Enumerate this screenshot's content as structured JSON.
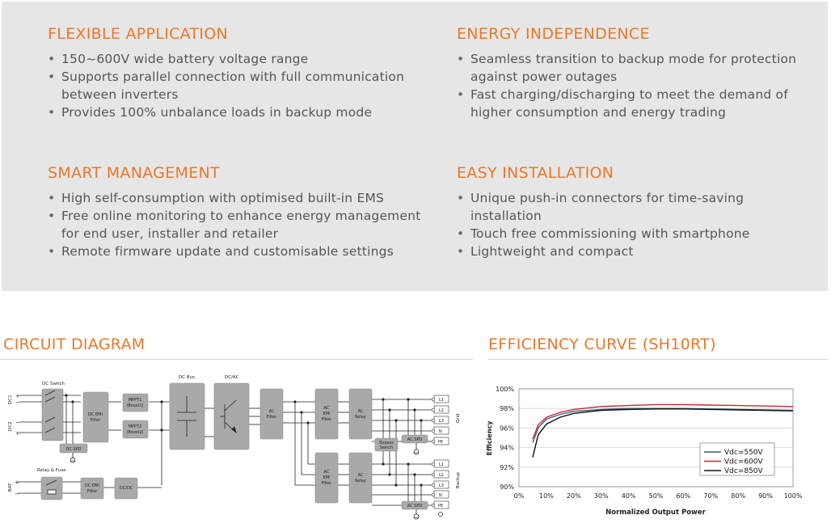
{
  "features": [
    {
      "title": "FLEXIBLE APPLICATION",
      "bullets": [
        "150~600V wide battery voltage range",
        "Supports parallel connection with full communication between inverters",
        "Provides 100% unbalance loads in backup mode"
      ]
    },
    {
      "title": "ENERGY INDEPENDENCE",
      "bullets": [
        "Seamless transition to backup mode for protection against power outages",
        "Fast charging/discharging to meet the demand of higher consumption and energy trading"
      ]
    },
    {
      "title": "SMART MANAGEMENT",
      "bullets": [
        "High self-consumption with optimised built-in EMS",
        "Free online monitoring to enhance energy management for end user, installer and retailer",
        "Remote firmware update and customisable settings"
      ]
    },
    {
      "title": "EASY INSTALLATION",
      "bullets": [
        "Unique push-in connectors for time-saving installation",
        "Touch free commissioning with smartphone",
        "Lightweight and compact"
      ]
    }
  ],
  "circuit": {
    "title": "CIRCUIT DIAGRAM",
    "labels": {
      "dc_switch": "DC Switch",
      "dc_bus": "DC Bus",
      "dc_ac": "DC/AC",
      "dc_emi_filter": "DC EMI Filter",
      "mpptt1": "MPPT1 (Boost1)",
      "mppt2": "MPPT2 (Boost2)",
      "dc_spd": "DC SPD",
      "ac_filter": "AC Filter",
      "ac_emi_filter": "AC EMI Filter",
      "ac_relay": "AC Relay",
      "bypass_switch": "Bypass Switch",
      "ac_spd": "AC SPD",
      "relay_fuse": "Relay & Fuse",
      "dc_dc": "DC/DC",
      "pv1": "DC1",
      "pv2": "DC2",
      "bat": "BAT",
      "grid": "Grid",
      "backup": "Backup",
      "l1": "L1",
      "l2": "L2",
      "l3": "L3",
      "n": "N",
      "pe": "PE",
      "plus": "+",
      "minus": "−"
    }
  },
  "efficiency": {
    "title": "EFFICIENCY CURVE (SH10RT)",
    "colors": {
      "550": "#3d5f7a",
      "600": "#c8282e",
      "850": "#111111"
    }
  },
  "chart_data": {
    "type": "line",
    "title": "",
    "xlabel": "Normalized Output Power",
    "ylabel": "Efficiency",
    "xlim": [
      0,
      100
    ],
    "ylim": [
      90,
      100
    ],
    "xticks": [
      "0%",
      "10%",
      "20%",
      "30%",
      "40%",
      "50%",
      "60%",
      "70%",
      "80%",
      "90%",
      "100%"
    ],
    "yticks": [
      "90%",
      "92%",
      "94%",
      "96%",
      "98%",
      "100%"
    ],
    "grid": true,
    "legend": "bottom-right",
    "series": [
      {
        "name": "Vdc=550V",
        "x": [
          5,
          7,
          10,
          15,
          20,
          30,
          40,
          50,
          60,
          70,
          80,
          90,
          100
        ],
        "y": [
          94.5,
          96.0,
          96.9,
          97.4,
          97.7,
          97.9,
          98.0,
          98.0,
          98.0,
          97.95,
          97.9,
          97.85,
          97.8
        ]
      },
      {
        "name": "Vdc=600V",
        "x": [
          5,
          7,
          10,
          15,
          20,
          30,
          40,
          50,
          60,
          70,
          80,
          90,
          100
        ],
        "y": [
          94.9,
          96.3,
          97.1,
          97.6,
          97.9,
          98.2,
          98.3,
          98.4,
          98.4,
          98.35,
          98.3,
          98.25,
          98.2
        ]
      },
      {
        "name": "Vdc=850V",
        "x": [
          5,
          7,
          10,
          15,
          20,
          30,
          40,
          50,
          60,
          70,
          80,
          90,
          100
        ],
        "y": [
          93.0,
          95.3,
          96.4,
          97.1,
          97.5,
          97.8,
          97.9,
          97.95,
          97.95,
          97.9,
          97.85,
          97.8,
          97.75
        ]
      }
    ]
  }
}
